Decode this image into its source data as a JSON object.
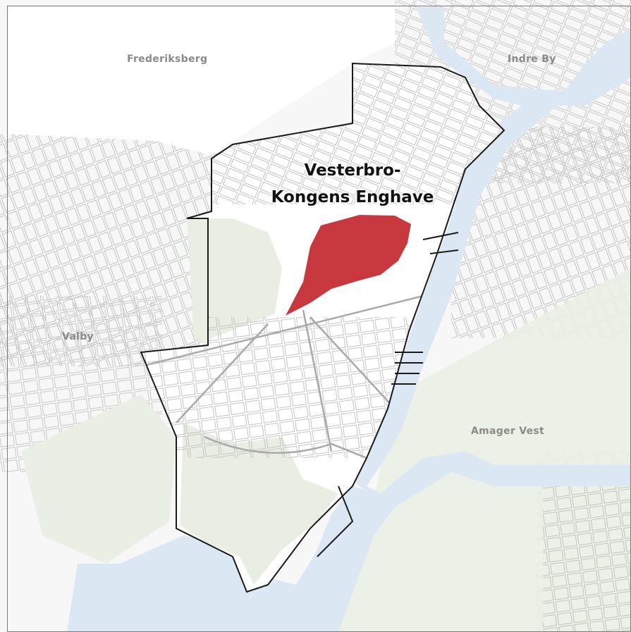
{
  "map": {
    "highlight_area": {
      "title_line_1": "Vesterbro-",
      "title_line_2": "Kongens Enghave",
      "fill_color": "#c8393f"
    },
    "districts": {
      "frederiksberg": "Frederiksberg",
      "indre_by": "Indre By",
      "valby": "Valby",
      "amager_vest": "Amager Vest"
    },
    "colors": {
      "water": "#dbe7f2",
      "green_area": "#e8efe2",
      "district_fill": "#ffffff",
      "street_lines": "#b9b9b9",
      "district_border": "#1a1a1a",
      "background": "#f7f7f7"
    }
  }
}
